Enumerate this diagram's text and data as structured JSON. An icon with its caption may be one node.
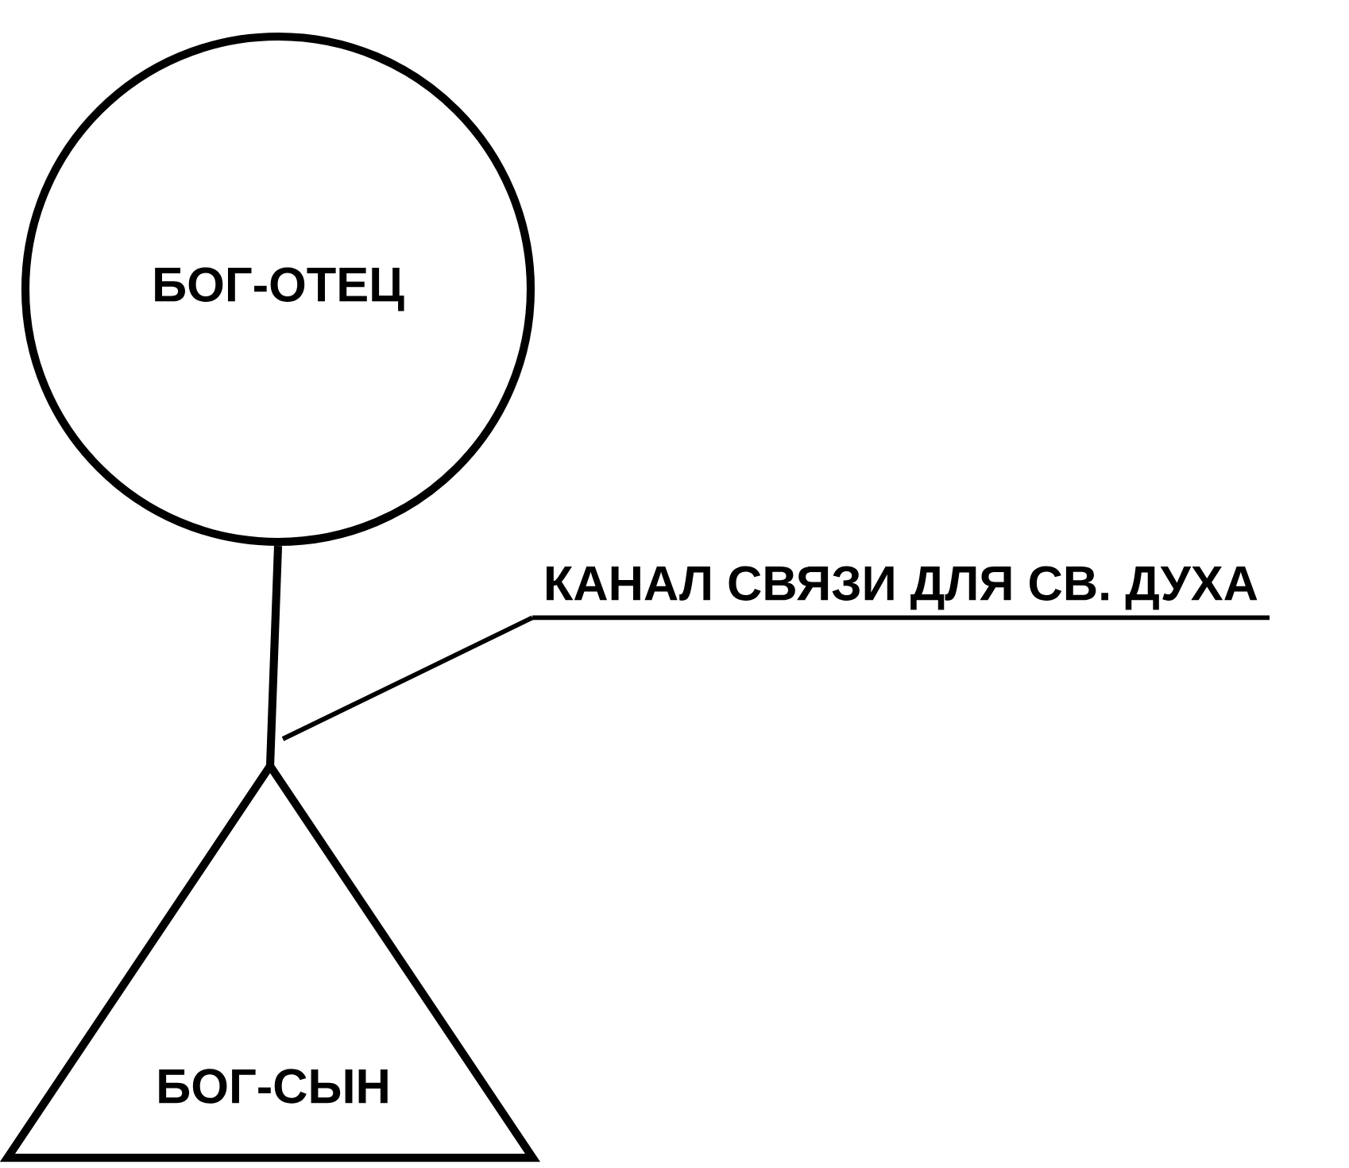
{
  "diagram": {
    "nodes": [
      {
        "text": [
          "БОГ-ОТЕЦ"
        ]
      },
      {
        "text": [
          "БОГ-СЫН"
        ]
      },
      {
        "text": [
          "КАНАЛ СВЯЗИ ДЛЯ СВ. ДУХА"
        ]
      }
    ],
    "edges": [
      {
        "from": 0,
        "to": 1,
        "arrow": "none"
      },
      {
        "from": 2,
        "to": null,
        "arrow": "none"
      }
    ]
  }
}
